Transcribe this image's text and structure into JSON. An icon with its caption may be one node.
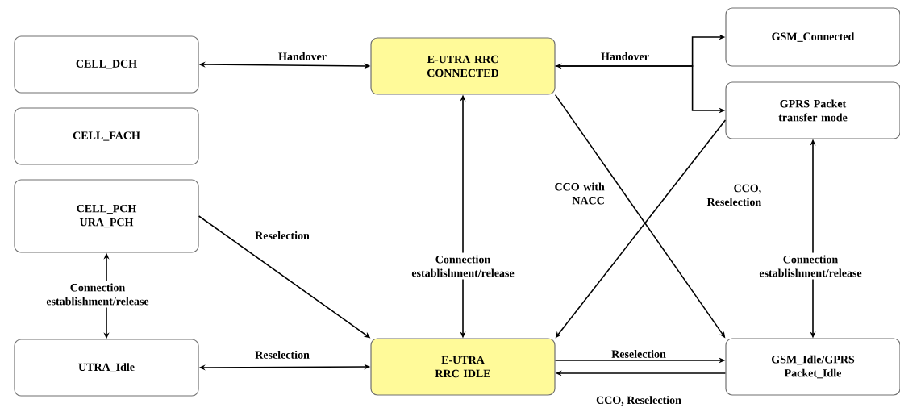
{
  "diagram": {
    "nodes": [
      {
        "text": [
          "CELL_DCH"
        ]
      },
      {
        "text": [
          "CELL_FACH"
        ]
      },
      {
        "text": [
          "CELL_PCH",
          "URA_PCH"
        ]
      },
      {
        "text": [
          "UTRA_Idle"
        ]
      },
      {
        "text": [
          "E-UTRA RRC CONNECTED"
        ]
      },
      {
        "text": [
          "E-UTRA RRC IDLE"
        ]
      },
      {
        "text": [
          "GSM_Connected"
        ]
      },
      {
        "text": [
          "GPRS Packet transfer mode"
        ]
      },
      {
        "text": [
          "GSM_Idle/GPRS Packet_Idle"
        ]
      }
    ],
    "edges": [
      {
        "from": 0,
        "to": 4,
        "arrow": "both",
        "label": "Handover"
      },
      {
        "from": 4,
        "to": 6,
        "arrow": "both",
        "label": "Handover"
      },
      {
        "from": 4,
        "to": 7,
        "arrow": "to"
      },
      {
        "from": 4,
        "to": 5,
        "arrow": "both",
        "label": "Connection establishment/release"
      },
      {
        "from": 2,
        "to": 3,
        "arrow": "both",
        "label": "Connection establishment/release"
      },
      {
        "from": 2,
        "to": 5,
        "arrow": "to",
        "label": "Reselection"
      },
      {
        "from": 3,
        "to": 5,
        "arrow": "both",
        "label": "Reselection"
      },
      {
        "from": 4,
        "to": 8,
        "arrow": "to",
        "label": "CCO with NACC"
      },
      {
        "from": 7,
        "to": 5,
        "arrow": "to",
        "label": "CCO, Reselection"
      },
      {
        "from": 5,
        "to": 8,
        "arrow": "to",
        "label": "Reselection"
      },
      {
        "from": 8,
        "to": 5,
        "arrow": "to",
        "label": "CCO, Reselection"
      },
      {
        "from": 7,
        "to": 8,
        "arrow": "both",
        "label": "Connection establishment/release"
      }
    ]
  }
}
